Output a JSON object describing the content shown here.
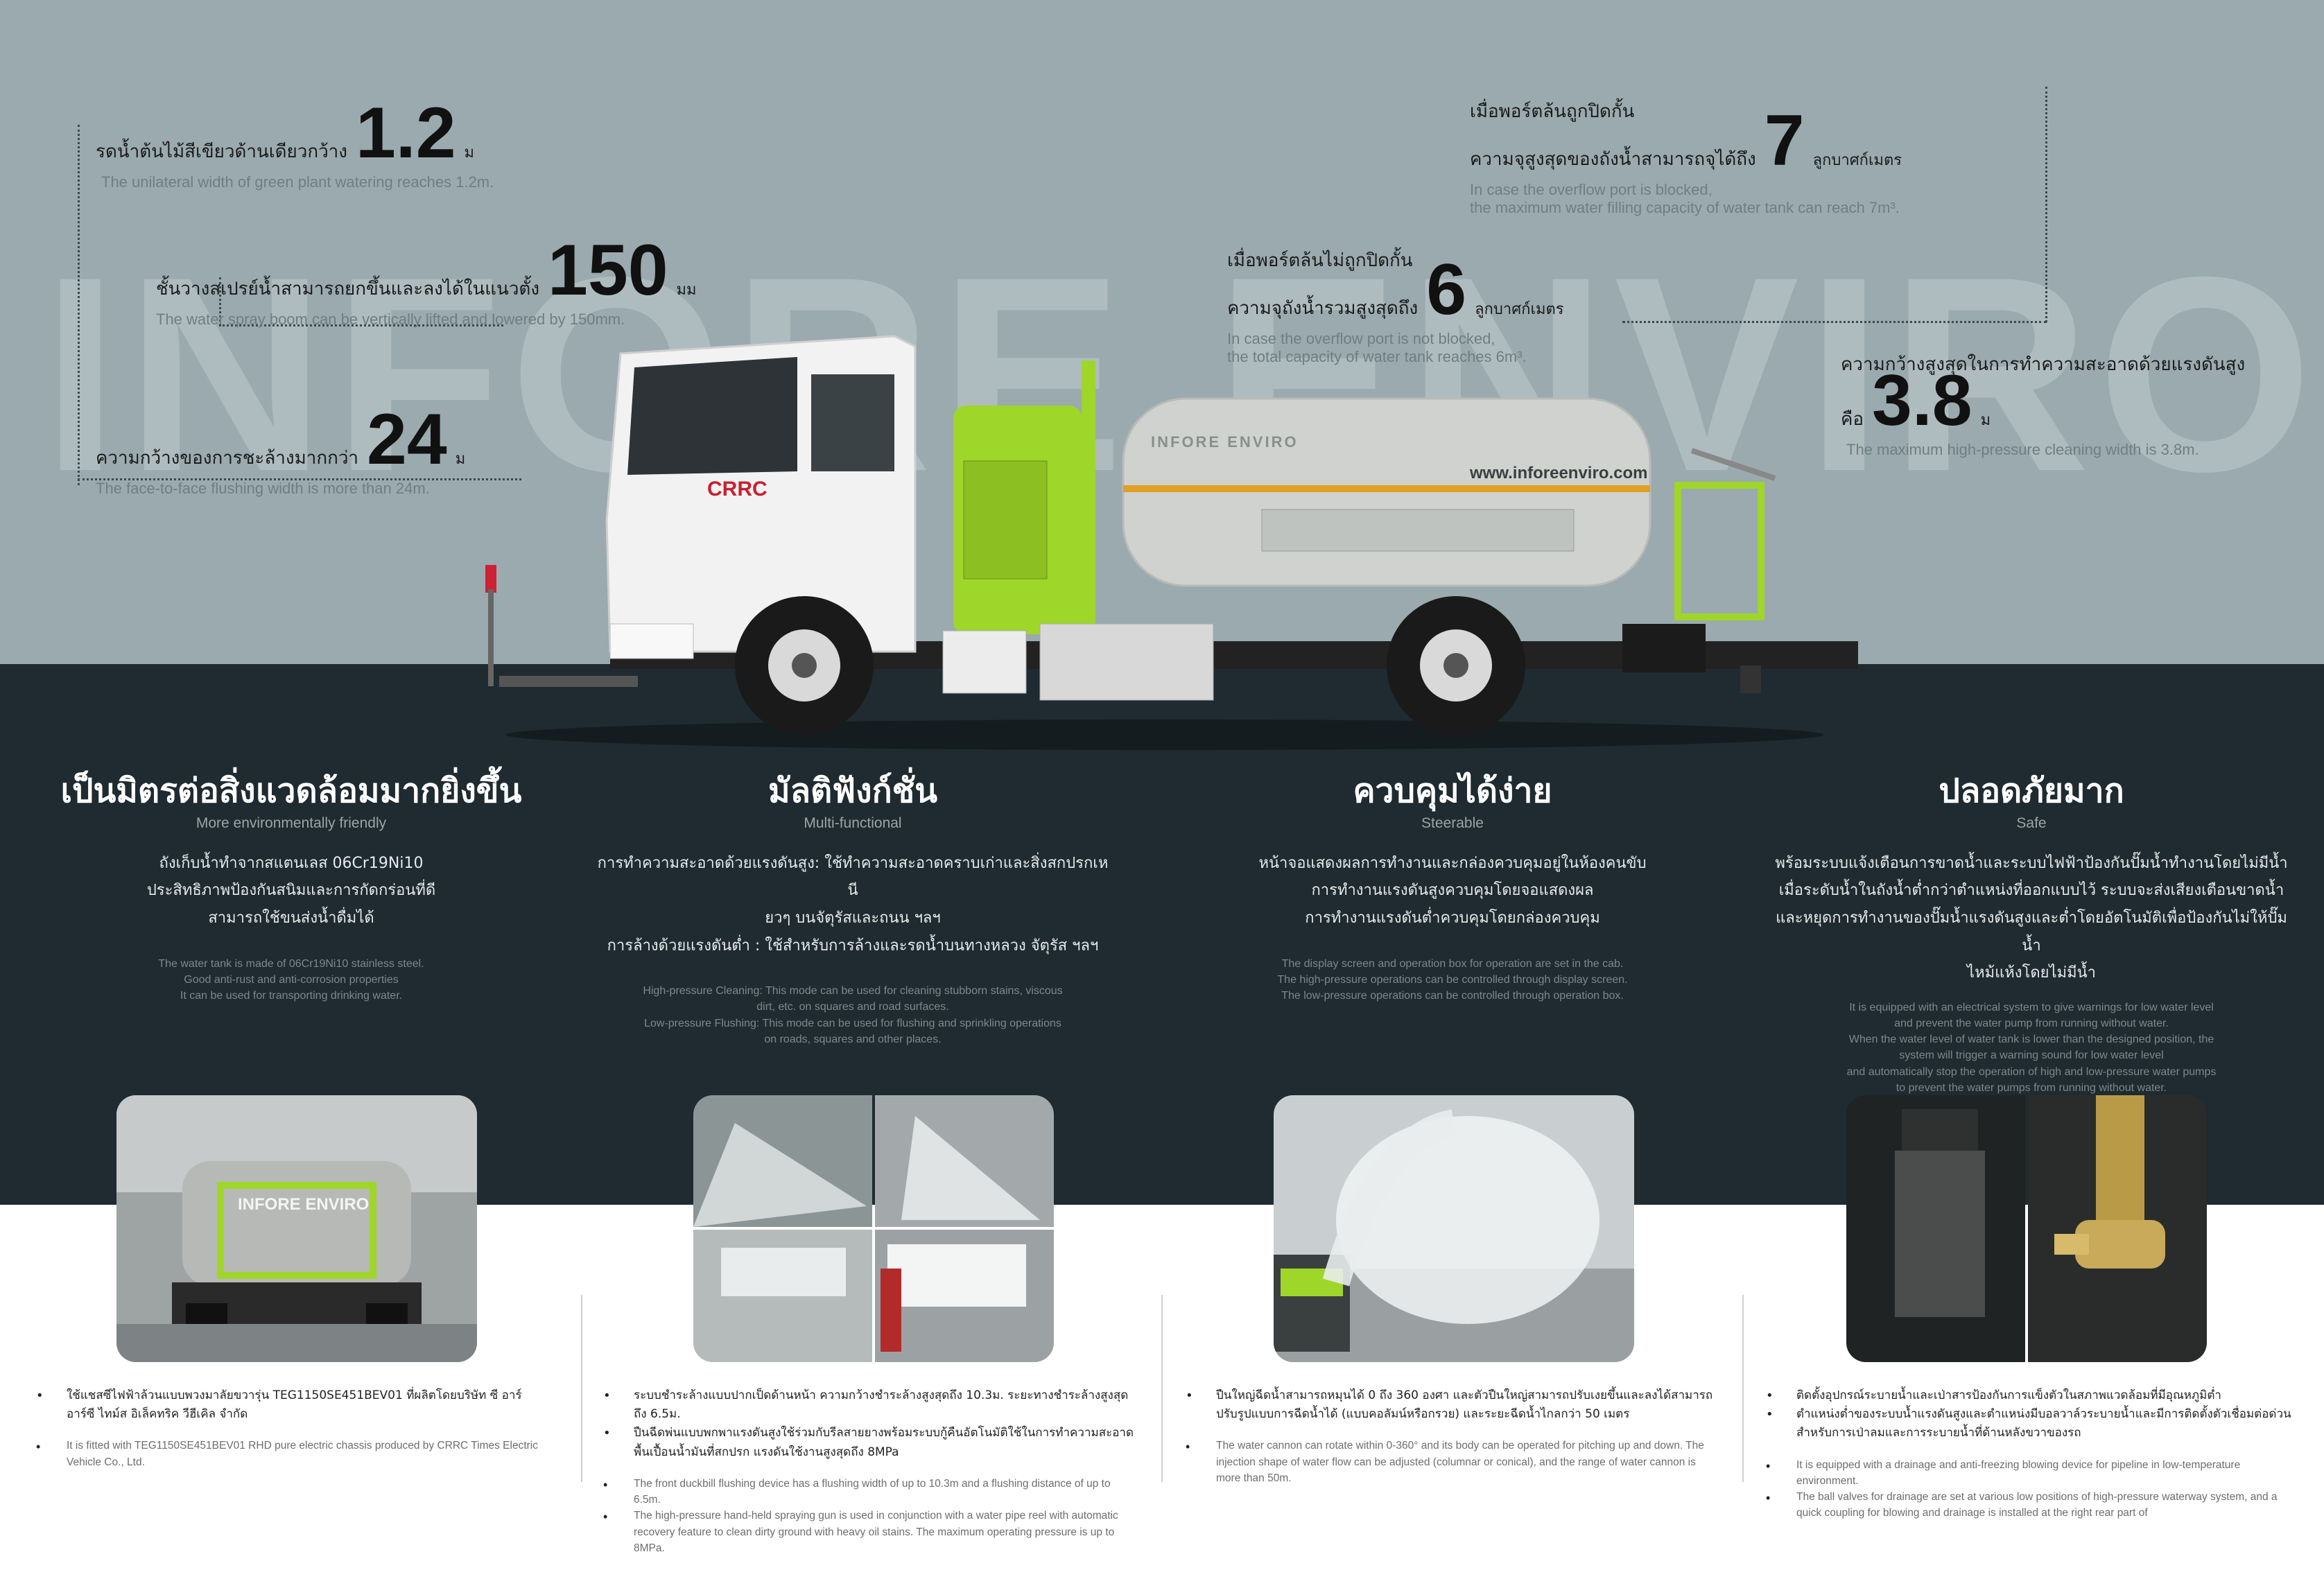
{
  "watermark": "INFORE ENVIRO",
  "specs": {
    "s1": {
      "th": "รดน้ำต้นไม้สีเขียวด้านเดียวกว้าง",
      "value": "1.2",
      "unit": "ม",
      "en": "The unilateral width of green plant watering reaches 1.2m."
    },
    "s2": {
      "th": "ชั้นวางสเปรย์น้ำสามารถยกขึ้นและลงได้ในแนวตั้ง",
      "value": "150",
      "unit": "มม",
      "en": "The water spray boom can be vertically lifted and lowered by 150mm."
    },
    "s3": {
      "th": "ความกว้างของการชะล้างมากกว่า",
      "value": "24",
      "unit": "ม",
      "en": "The face-to-face flushing width is more than 24m."
    },
    "s4": {
      "th1": "เมื่อพอร์ตล้นถูกปิดกั้น",
      "th2": "ความจุสูงสุดของถังน้ำสามารถจุได้ถึง",
      "value": "7",
      "unit": "ลูกบาศก์เมตร",
      "en1": "In case the overflow port is blocked,",
      "en2": "the maximum water filling capacity of water tank can reach 7m³."
    },
    "s5": {
      "th1": "เมื่อพอร์ตล้นไม่ถูกปิดกั้น",
      "th2": "ความจุถังน้ำรวมสูงสุดถึง",
      "value": "6",
      "unit": "ลูกบาศก์เมตร",
      "en1": "In case the overflow port is not blocked,",
      "en2": "the total capacity of water tank reaches 6m³."
    },
    "s6": {
      "th1": "ความกว้างสูงสุดในการทำความสะอาดด้วยแรงดันสูง",
      "th2": "คือ",
      "value": "3.8",
      "unit": "ม",
      "en": "The maximum high-pressure cleaning width is 3.8m."
    }
  },
  "truck": {
    "cab_brand": "CRRC",
    "tank_brand": "INFORE ENVIRO",
    "website": "www.inforeenviro.com"
  },
  "features": [
    {
      "title": "เป็นมิตรต่อสิ่งแวดล้อมมากยิ่งขึ้น",
      "subtitle": "More environmentally friendly",
      "th1": "ถังเก็บน้ำทำจากสแตนเลส 06Cr19Ni10",
      "th2": "ประสิทธิภาพป้องกันสนิมและการกัดกร่อนที่ดี",
      "th3": "สามารถใช้ขนส่งน้ำดื่มได้",
      "en1": "The water tank is made of 06Cr19Ni10 stainless steel.",
      "en2": "Good anti-rust and anti-corrosion properties",
      "en3": "It can be used for transporting drinking water."
    },
    {
      "title": "มัลติฟังก์ชั่น",
      "subtitle": "Multi-functional",
      "th1": "การทำความสะอาดด้วยแรงดันสูง: ใช้ทำความสะอาดคราบเก่าและสิ่งสกปรกเหนี",
      "th2": "ยวๆ บนจัตุรัสและถนน ฯลฯ",
      "th3": "การล้างด้วยแรงดันต่ำ : ใช้สำหรับการล้างและรดน้ำบนทางหลวง จัตุรัส ฯลฯ",
      "en1": "High-pressure Cleaning: This mode can be used for cleaning stubborn stains, viscous",
      "en2": "dirt, etc. on squares and road surfaces.",
      "en3": "Low-pressure Flushing: This mode can be used for flushing and sprinkling operations",
      "en4": "on roads, squares and other places."
    },
    {
      "title": "ควบคุมได้ง่าย",
      "subtitle": "Steerable",
      "th1": "หน้าจอแสดงผลการทำงานและกล่องควบคุมอยู่ในห้องคนขับ",
      "th2": "การทำงานแรงดันสูงควบคุมโดยจอแสดงผล",
      "th3": "การทำงานแรงดันต่ำควบคุมโดยกล่องควบคุม",
      "en1": "The display screen and operation box for operation are set in the cab.",
      "en2": "The high-pressure operations can be controlled through display screen.",
      "en3": "The low-pressure operations can be controlled through operation box."
    },
    {
      "title": "ปลอดภัยมาก",
      "subtitle": "Safe",
      "th1": "พร้อมระบบแจ้งเตือนการขาดน้ำและระบบไฟฟ้าป้องกันปั๊มน้ำทำงานโดยไม่มีน้ำ",
      "th2": "เมื่อระดับน้ำในถังน้ำต่ำกว่าตำแหน่งที่ออกแบบไว้ ระบบจะส่งเสียงเตือนขาดน้ำ",
      "th3": "และหยุดการทำงานของปั๊มน้ำแรงดันสูงและต่ำโดยอัตโนมัติเพื่อป้องกันไม่ให้ปั๊มน้ำ",
      "th4": "ไหม้แห้งโดยไม่มีน้ำ",
      "en1": "It is equipped with an electrical system to give warnings for low water level",
      "en2": "and prevent the water pump from running without water.",
      "en3": "When the water level of water tank is lower than the designed position, the",
      "en4": "system will trigger a warning sound for low water level",
      "en5": "and automatically stop the operation of high and low-pressure water pumps",
      "en6": "to prevent the water pumps from running without water."
    }
  ],
  "photos": {
    "p1_text": "INFORE ENVIRO"
  },
  "notes": [
    {
      "th": [
        "ใช้แชสซีไฟฟ้าล้วนแบบพวงมาลัยขวารุ่น TEG1150SE451BEV01 ที่ผลิตโดยบริษัท ซี อาร์อาร์ซี ไทม์ส อิเล็คทริค วีฮีเคิล จำกัด"
      ],
      "en": [
        "It is fitted with TEG1150SE451BEV01 RHD pure electric chassis produced by CRRC Times Electric Vehicle Co., Ltd."
      ]
    },
    {
      "th": [
        "ระบบชำระล้างแบบปากเป็ดด้านหน้า ความกว้างชำระล้างสูงสุดถึง 10.3ม. ระยะทางชำระล้างสูงสุดถึง 6.5ม.",
        "ปืนฉีดพ่นแบบพกพาแรงดันสูงใช้ร่วมกับรีลสายยางพร้อมระบบกู้คืนอัตโนมัติใช้ในการทำความสะอาดพื้นเปื้อนน้ำมันที่สกปรก แรงดันใช้งานสูงสุดถึง 8MPa"
      ],
      "en": [
        "The front duckbill flushing device has a flushing width of up to 10.3m and a flushing distance of up to 6.5m.",
        "The high-pressure hand-held spraying gun is used in conjunction with a water pipe reel with automatic recovery feature to clean dirty ground with heavy oil stains. The maximum operating pressure is up to 8MPa."
      ]
    },
    {
      "th": [
        "ปืนใหญ่ฉีดน้ำสามารถหมุนได้ 0 ถึง 360 องศา และตัวปืนใหญ่สามารถปรับเงยขึ้นและลงได้สามารถปรับรูปแบบการฉีดน้ำได้ (แบบคอลัมน์หรือกรวย) และระยะฉีดน้ำไกลกว่า 50 เมตร"
      ],
      "en": [
        "The water cannon can rotate within 0-360° and its body can be operated for pitching up and down. The injection shape of water flow can be adjusted (columnar or conical), and the range of water cannon is more than 50m."
      ]
    },
    {
      "th": [
        "ติดตั้งอุปกรณ์ระบายน้ำและเป่าสารป้องกันการแข็งตัวในสภาพแวดล้อมที่มีอุณหภูมิต่ำ",
        "ตำแหน่งต่ำของระบบน้ำแรงดันสูงและตำแหน่งมีบอลวาล์วระบายน้ำและมีการติดตั้งตัวเชื่อมต่อด่วนสำหรับการเป่าลมและการระบายน้ำที่ด้านหลังขวาของรถ"
      ],
      "en": [
        "It is equipped with a drainage and anti-freezing blowing device for pipeline in low-temperature environment.",
        "The ball valves for drainage are set at various low positions of high-pressure waterway system, and a quick coupling for blowing and drainage is installed at the right rear part of"
      ]
    }
  ],
  "colors": {
    "top_band": "#9aaaae",
    "mid_band": "#1f2b30",
    "accent_green": "#9fd62a",
    "tank": "#c9ccc9"
  }
}
